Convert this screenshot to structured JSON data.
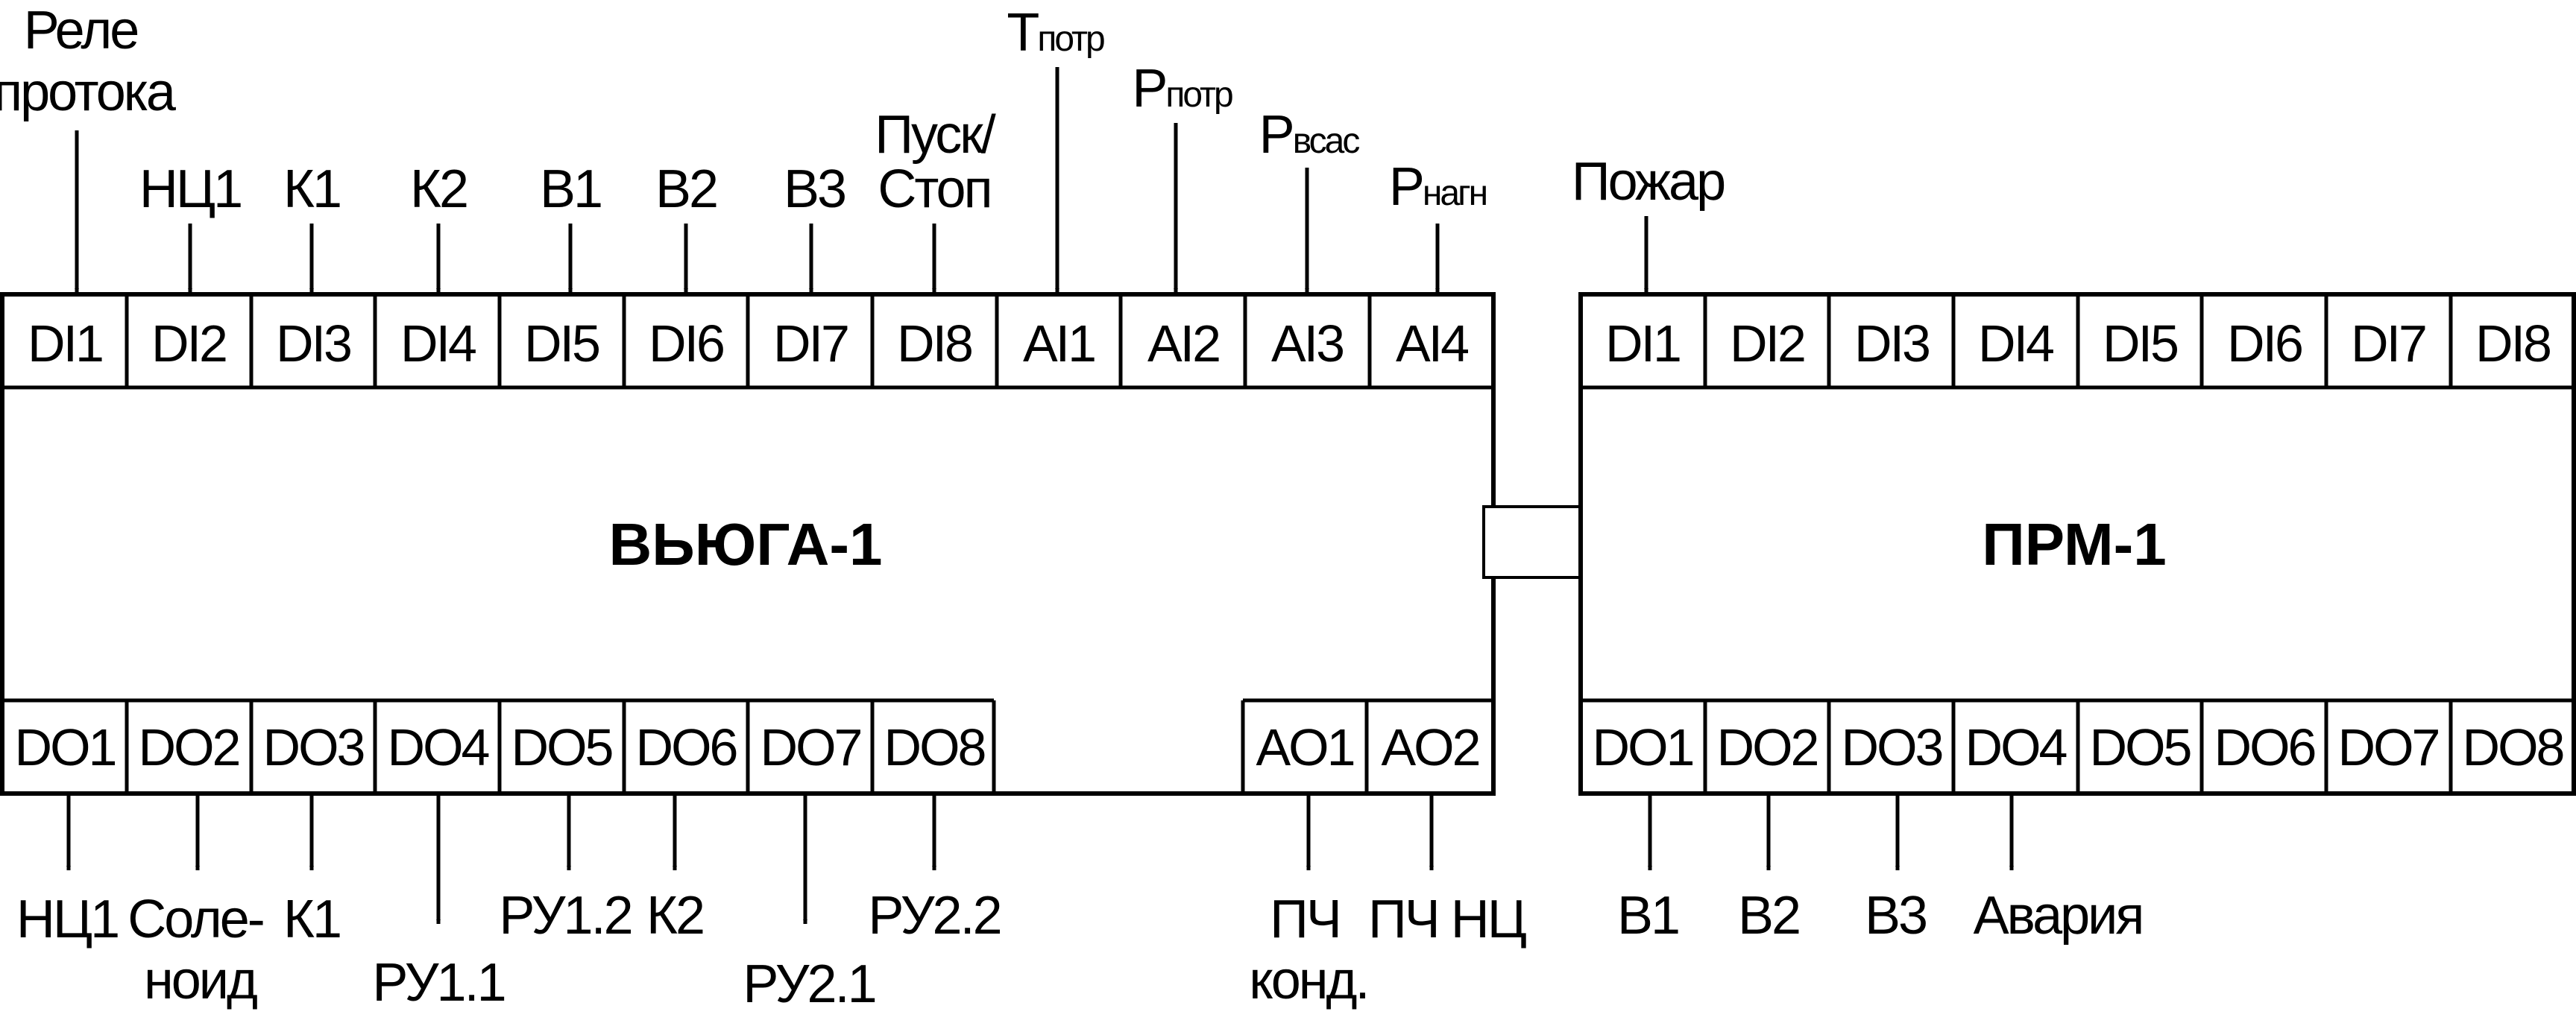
{
  "colors": {
    "stroke": "#000000",
    "background": "#ffffff"
  },
  "vyuga": {
    "title": "ВЬЮГА-1",
    "top_ports": [
      "DI1",
      "DI2",
      "DI3",
      "DI4",
      "DI5",
      "DI6",
      "DI7",
      "DI8",
      "AI1",
      "AI2",
      "AI3",
      "AI4"
    ],
    "bottom_ports": [
      "DO1",
      "DO2",
      "DO3",
      "DO4",
      "DO5",
      "DO6",
      "DO7",
      "DO8",
      "AO1",
      "AO2"
    ],
    "inputs": {
      "rele_line1": "Реле",
      "rele_line2": "протока",
      "nc1": "НЦ1",
      "k1": "К1",
      "k2": "К2",
      "v1": "В1",
      "v2": "В2",
      "v3": "В3",
      "pusk_line1": "Пуск/",
      "pusk_line2": "Стоп",
      "t_main": "T",
      "t_sub": "потр",
      "p1_main": "P",
      "p1_sub": "потр",
      "p2_main": "P",
      "p2_sub": "всас",
      "p3_main": "P",
      "p3_sub": "нагн"
    },
    "outputs": {
      "nc1": "НЦ1",
      "solenoid_line1": "Соле-",
      "solenoid_line2": "ноид",
      "k1": "К1",
      "ru11": "РУ1.1",
      "ru12": "РУ1.2",
      "k2": "К2",
      "ru21": "РУ2.1",
      "ru22": "РУ2.2",
      "pch_cond_line1": "ПЧ",
      "pch_cond_line2": "конд.",
      "pch_nc": "ПЧ НЦ"
    }
  },
  "prm": {
    "title": "ПРМ-1",
    "top_ports": [
      "DI1",
      "DI2",
      "DI3",
      "DI4",
      "DI5",
      "DI6",
      "DI7",
      "DI8"
    ],
    "bottom_ports": [
      "DO1",
      "DO2",
      "DO3",
      "DO4",
      "DO5",
      "DO6",
      "DO7",
      "DO8"
    ],
    "inputs": {
      "fire": "Пожар"
    },
    "outputs": {
      "v1": "В1",
      "v2": "В2",
      "v3": "В3",
      "alarm": "Авария"
    }
  }
}
